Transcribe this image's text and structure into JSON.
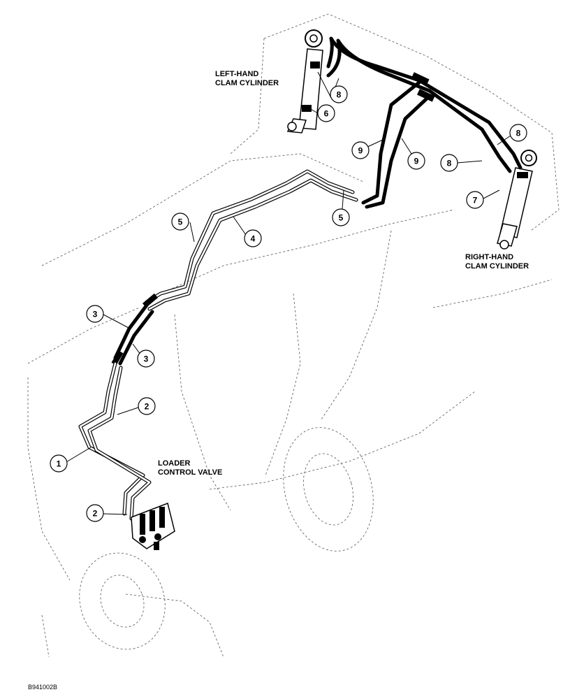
{
  "labels": {
    "left_cylinder_line1": "LEFT-HAND",
    "left_cylinder_line2": "CLAM CYLINDER",
    "right_cylinder_line1": "RIGHT-HAND",
    "right_cylinder_line2": "CLAM CYLINDER",
    "valve_line1": "LOADER",
    "valve_line2": "CONTROL VALVE"
  },
  "figure_id": "B941002B",
  "callouts": [
    {
      "id": "c8a",
      "num": "8"
    },
    {
      "id": "c6",
      "num": "6"
    },
    {
      "id": "c8b",
      "num": "8"
    },
    {
      "id": "c9a",
      "num": "9"
    },
    {
      "id": "c9b",
      "num": "9"
    },
    {
      "id": "c8c",
      "num": "8"
    },
    {
      "id": "c7",
      "num": "7"
    },
    {
      "id": "c5a",
      "num": "5"
    },
    {
      "id": "c4",
      "num": "4"
    },
    {
      "id": "c5b",
      "num": "5"
    },
    {
      "id": "c3a",
      "num": "3"
    },
    {
      "id": "c3b",
      "num": "3"
    },
    {
      "id": "c2a",
      "num": "2"
    },
    {
      "id": "c1",
      "num": "1"
    },
    {
      "id": "c2b",
      "num": "2"
    }
  ]
}
